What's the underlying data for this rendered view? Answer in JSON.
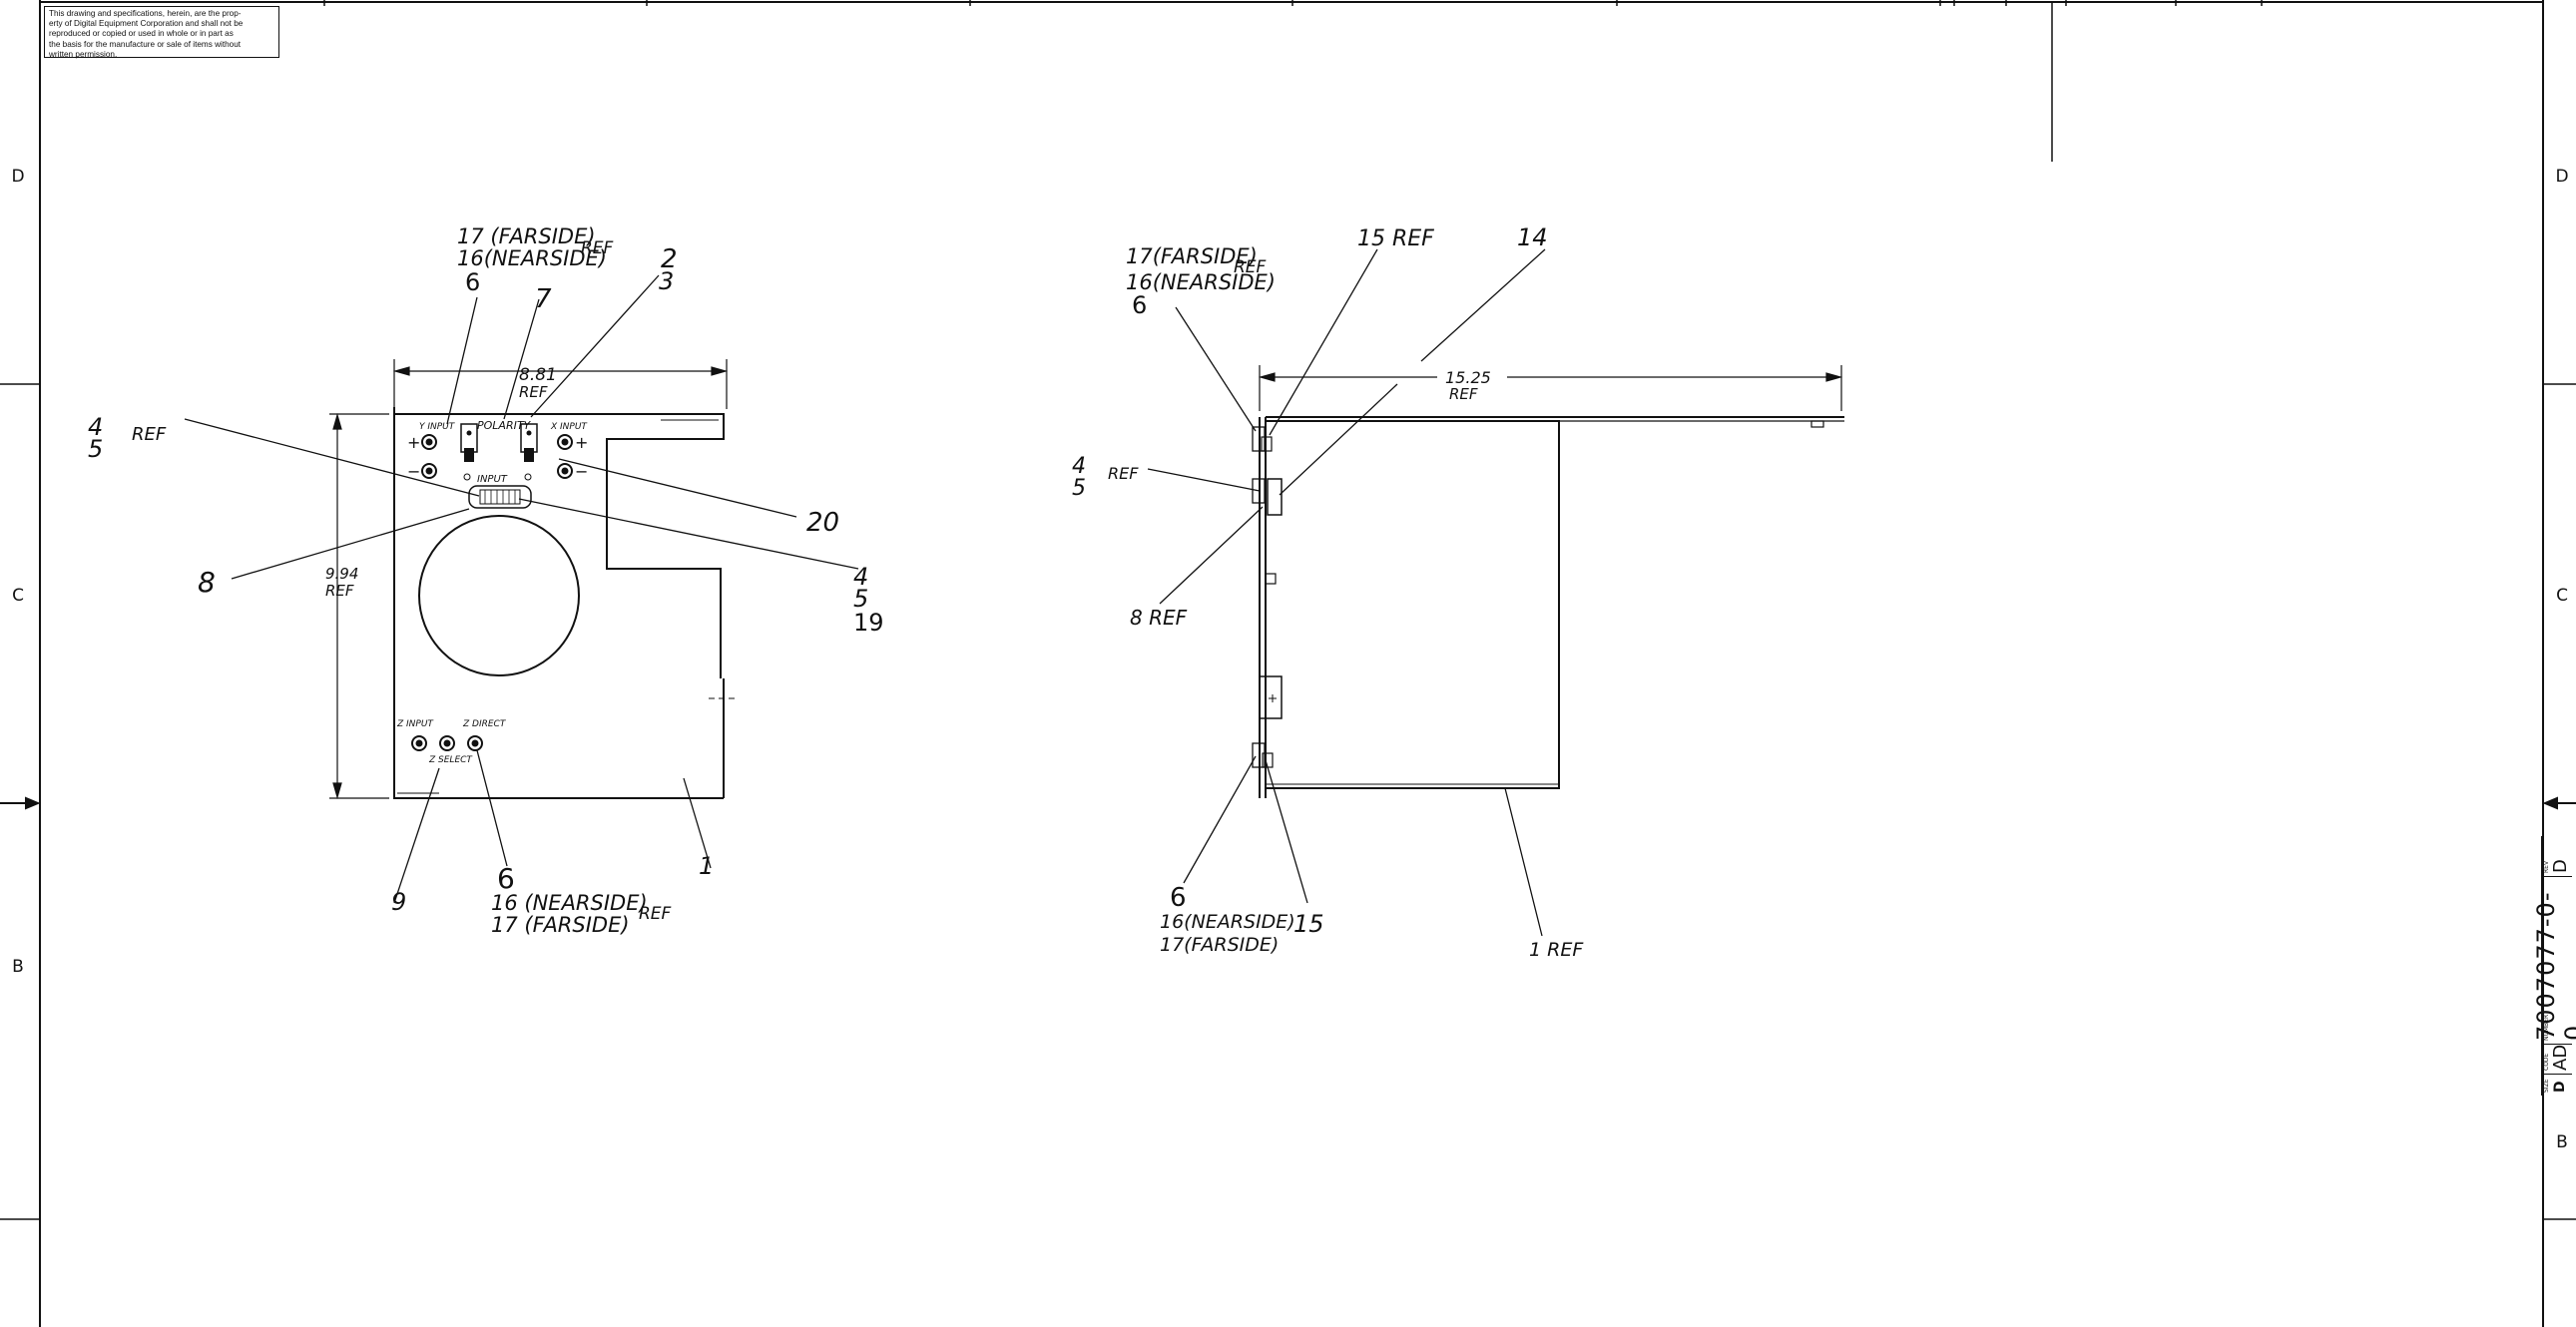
{
  "notice": {
    "lines": [
      "This drawing and specifications, herein, are the prop-",
      "erty of Digital Equipment Corporation and shall not be",
      "reproduced or copied or used in whole or in part as",
      "the basis for the manufacture or sale of items without",
      "written permission."
    ]
  },
  "zones": {
    "left": [
      "D",
      "C",
      "B"
    ],
    "right": [
      "D",
      "C",
      "B"
    ]
  },
  "title_block": {
    "size_label": "SIZE",
    "size": "D",
    "code_label": "CODE",
    "code": "AD",
    "number_label": "NUMBER",
    "number": "7007077-0-0",
    "rev_label": "REV",
    "rev": "D"
  },
  "front_view": {
    "labels": {
      "c17_top": "17 (FARSIDE)",
      "c16_top": "16(NEARSIDE)",
      "ref_top": "REF",
      "c6_top": "6",
      "c7": "7",
      "c2": "2",
      "c3": "3",
      "c4_left": "4",
      "c5_left": "5",
      "ref_left": "REF",
      "c20": "20",
      "c8": "8",
      "c4_right": "4",
      "c5_right": "5",
      "c19": "19",
      "c9": "9",
      "c6_bottom": "6",
      "c16_bottom": "16 (NEARSIDE)",
      "c17_bottom": "17 (FARSIDE)",
      "ref_bottom": "REF",
      "c1": "1"
    },
    "dim_width": "8.81",
    "dim_width_ref": "REF",
    "dim_height": "9.94",
    "dim_height_ref": "REF",
    "panel": {
      "y_input": "Y INPUT",
      "polarity": "POLARITY",
      "x_input": "X INPUT",
      "input": "INPUT",
      "z_input": "Z INPUT",
      "z_direct": "Z DIRECT",
      "z_select": "Z SELECT",
      "plus": "+",
      "minus": "−"
    }
  },
  "side_view": {
    "labels": {
      "c17_top": "17(FARSIDE)",
      "ref_top": "REF",
      "c16_top": "16(NEARSIDE)",
      "c6_top": "6",
      "c15_ref": "15 REF",
      "c14": "14",
      "c4": "4",
      "c5": "5",
      "ref_mid": "REF",
      "c8_ref": "8 REF",
      "c6_bottom": "6",
      "c16_bottom": "16(NEARSIDE)",
      "c17_bottom": "17(FARSIDE)",
      "c15": "15",
      "c1_ref": "1 REF"
    },
    "dim_length": "15.25",
    "dim_length_ref": "REF"
  }
}
